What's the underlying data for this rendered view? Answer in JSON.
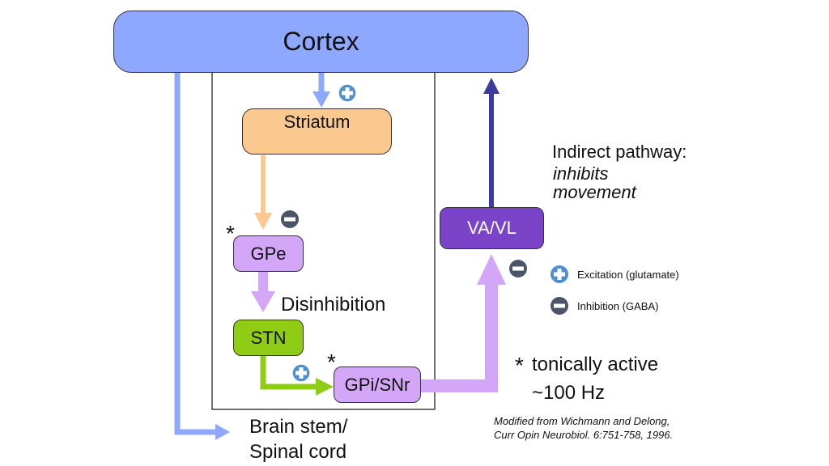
{
  "nodes": {
    "cortex": "Cortex",
    "striatum": "Striatum",
    "gpe": "GPe",
    "stn": "STN",
    "gpi_snr": "GPi/SNr",
    "va_vl": "VA/VL",
    "brainstem_line1": "Brain stem/",
    "brainstem_line2": "Spinal cord"
  },
  "labels": {
    "disinhibition": "Disinhibition",
    "asterisk": "*",
    "indirect_title": "Indirect pathway:",
    "indirect_line1": "inhibits",
    "indirect_line2": "movement",
    "tonic_line1": "tonically active",
    "tonic_line2": "~100 Hz"
  },
  "legend": {
    "excitation": "Excitation (glutamate)",
    "inhibition": "Inhibition (GABA)"
  },
  "citation": {
    "line1": "Modified from Wichmann and Delong,",
    "line2": "Curr Opin Neurobiol. 6:751-758, 1996."
  },
  "colors": {
    "cortex": "#8fa8ff",
    "striatum": "#fbc88f",
    "gpe": "#d4a6f7",
    "stn": "#90cc14",
    "gpi_snr": "#d4a6f7",
    "va_vl": "#7b44c8",
    "excitation_sign": "#4f8fd0",
    "inhibition_sign": "#4a5568",
    "thalamocortical_arrow": "#3a3aa0"
  }
}
